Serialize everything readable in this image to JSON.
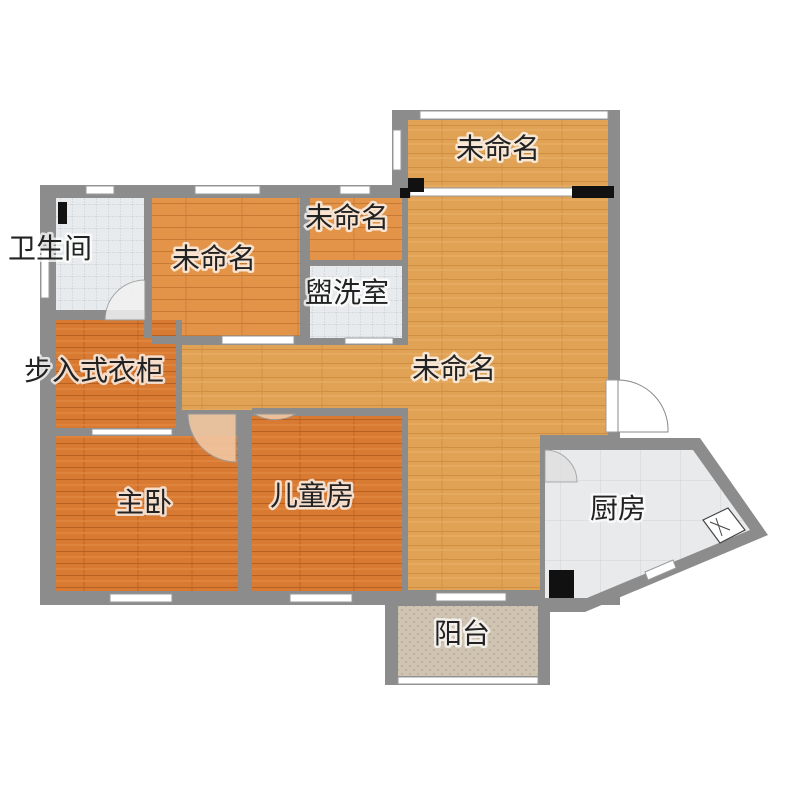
{
  "rooms": {
    "bathroom": "卫生间",
    "north_room": "未命名",
    "top_room": "未命名",
    "small_room": "未命名",
    "washroom": "盥洗室",
    "walk_in_closet": "步入式衣柜",
    "living_room": "未命名",
    "master_bedroom": "主卧",
    "kids_room": "儿童房",
    "kitchen": "厨房",
    "balcony": "阳台"
  },
  "colors": {
    "wood_floor": "#e0a255",
    "wood_floor_dark": "#d8722d",
    "tile_floor": "#e6e9ec",
    "balcony_floor": "#cbbfae",
    "wall": "#8c8c8c"
  }
}
